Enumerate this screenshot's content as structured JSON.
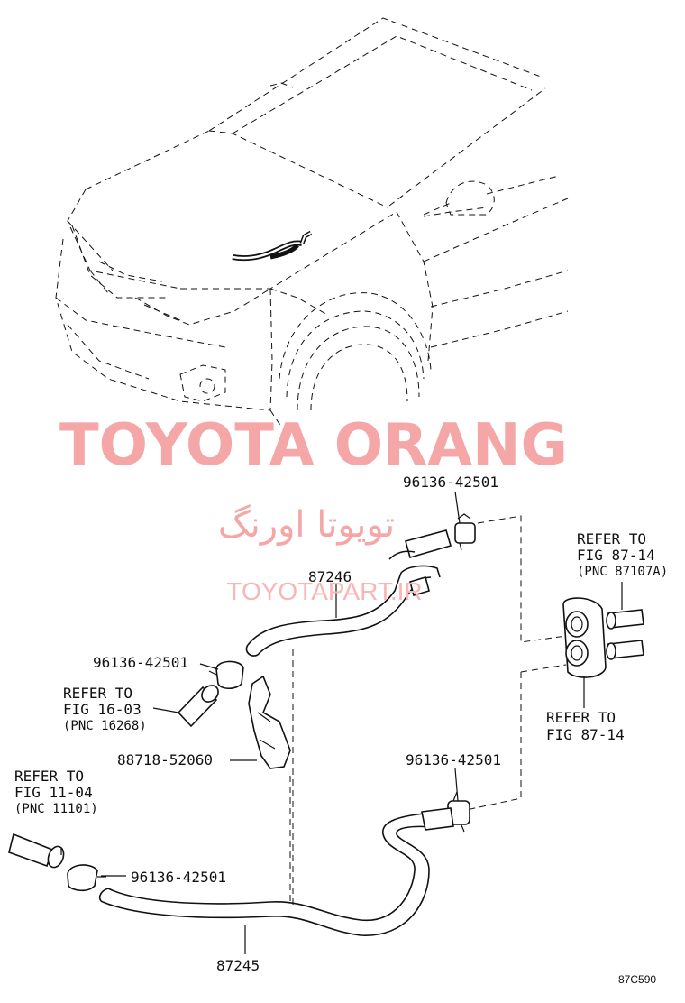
{
  "watermark": {
    "main": "TOYOTA ORANG",
    "persian": "تویوتا اورنگ",
    "url": "TOYOTAPART.IR"
  },
  "labels": {
    "clamp_top": "96136-42501",
    "hose_upper": "87246",
    "clamp_left": "96136-42501",
    "refer_16_l1": "REFER TO",
    "refer_16_l2": "FIG 16-03",
    "refer_16_l3": "(PNC 16268)",
    "bracket": "88718-52060",
    "refer_11_l1": "REFER TO",
    "refer_11_l2": "FIG 11-04",
    "refer_11_l3": "(PNC 11101)",
    "clamp_bottom_left": "96136-42501",
    "hose_lower": "87245",
    "clamp_right": "96136-42501",
    "refer_87a_l1": "REFER TO",
    "refer_87a_l2": "FIG 87-14",
    "refer_87a_l3": "(PNC 87107A)",
    "refer_87b_l1": "REFER TO",
    "refer_87b_l2": "FIG 87-14",
    "diagram_code": "87C590"
  }
}
